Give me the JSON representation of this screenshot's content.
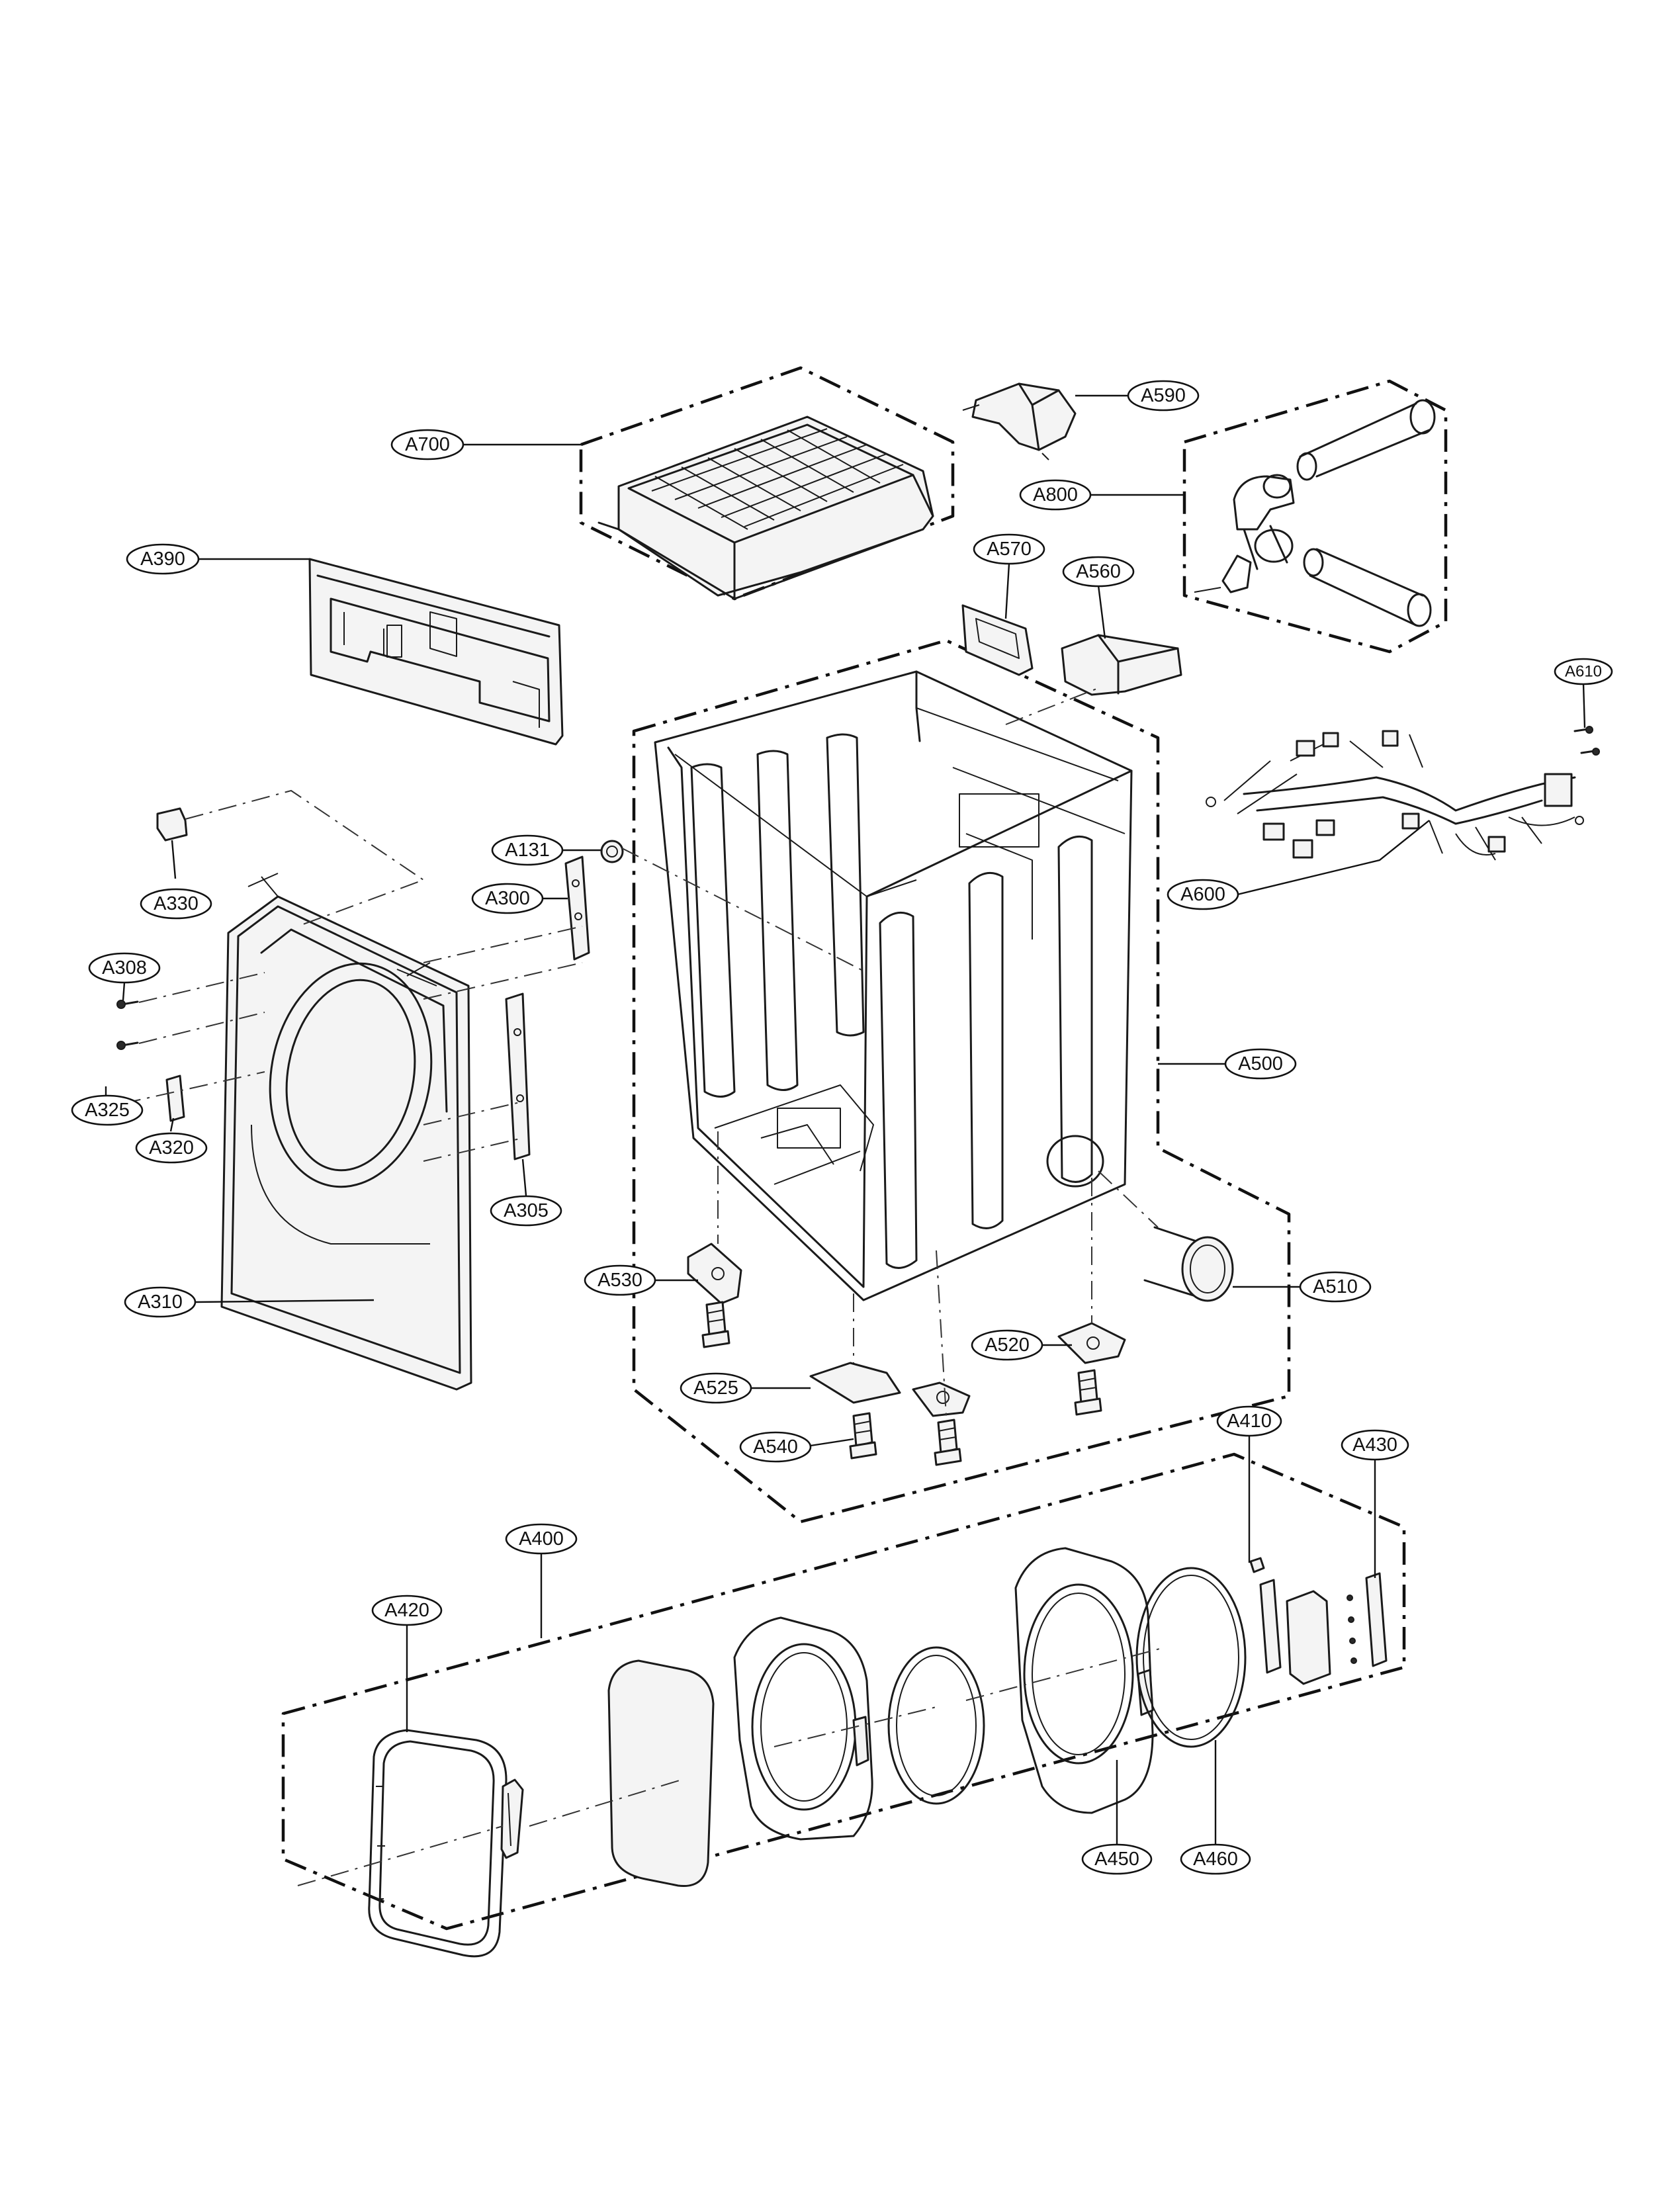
{
  "callouts": {
    "A700": "A700",
    "A590": "A590",
    "A800": "A800",
    "A390": "A390",
    "A570": "A570",
    "A560": "A560",
    "A610": "A610",
    "A131": "A131",
    "A300": "A300",
    "A330": "A330",
    "A308": "A308",
    "A325": "A325",
    "A320": "A320",
    "A305": "A305",
    "A310": "A310",
    "A600": "A600",
    "A500": "A500",
    "A530": "A530",
    "A510": "A510",
    "A520": "A520",
    "A525": "A525",
    "A540": "A540",
    "A410": "A410",
    "A430": "A430",
    "A400": "A400",
    "A420": "A420",
    "A450": "A450",
    "A460": "A460"
  },
  "colors": {
    "line": "#1a1a1a",
    "background": "#ffffff"
  }
}
